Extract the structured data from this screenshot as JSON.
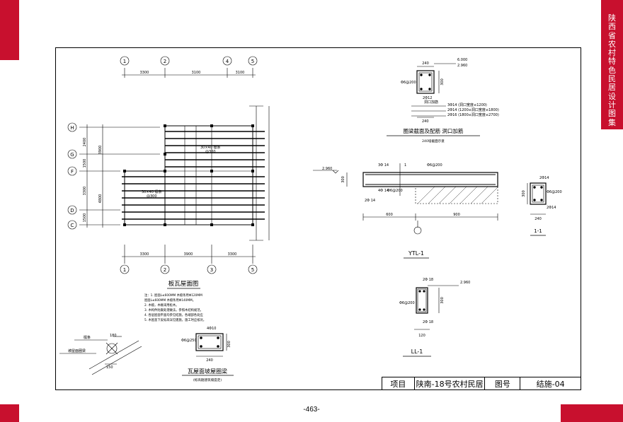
{
  "side_title": "陕西省农村特色民居设计图集",
  "page_number": "-463-",
  "plan": {
    "grid_top": [
      "1",
      "2",
      "4",
      "5"
    ],
    "grid_bottom": [
      "1",
      "2",
      "3",
      "5"
    ],
    "grid_left": [
      "H",
      "G",
      "F",
      "D",
      "C"
    ],
    "dims_top": [
      "3300",
      "3100",
      "3100"
    ],
    "dims_bottom": [
      "3300",
      "3900",
      "3300"
    ],
    "dims_left_outer": [
      "2400",
      "1500",
      "3300",
      "1500"
    ],
    "dims_left_inner": [
      "3900",
      "4800"
    ],
    "tag_1_line1": "30×40 檩条",
    "tag_1_line2": "@300",
    "tag_2_line1": "30×40 檩条",
    "tag_2_line2": "@300",
    "title": "板瓦屋面图"
  },
  "notes": [
    "注：1. 屋面L≤600MM  木檩条用Φ120MM",
    "    屋面L≤600MM  木檩条用Φ140MM。",
    "2. 木檩，木椽采用松木。",
    "3. 木构件防腐处理做法，参照木结构规范。",
    "4. 各层屋面平面均参见结施，各端部各处应",
    "5. 木屋盖下皮标高详见建施，施工时应核对。"
  ],
  "detail_purlin": {
    "label_purlin": "檩条",
    "label_beam": "坡屋面圈梁",
    "dim_a": "180",
    "dim_b": "150"
  },
  "detail_slope_beam": {
    "top_rebar": "4Φ10",
    "stirrup": "Φ6@250",
    "width": "240",
    "height": "300",
    "title": "瓦屋面坡屋圈梁",
    "subtitle": "(标高随建筑坡度走)"
  },
  "detail_ring_beam": {
    "elev_top": "6.000",
    "elev_sub": "2.960",
    "top_dim": "240",
    "stirrup": "Φ6@200",
    "height": "300",
    "bottom_label": "2Φ12",
    "bottom_note": "洞口加筋",
    "width": "240",
    "rebar_1": "3Φ14  (洞口宽度≤1200)",
    "rebar_2": "2Φ14  (1200≤洞口宽度≤1800)",
    "rebar_3": "2Φ16  (1800≤洞口宽度≤2700)",
    "title": "圈梁截面及配筋  洞口加筋",
    "subtitle": "240墙截面示意"
  },
  "detail_ytl": {
    "elev": "2.960",
    "label_top1": "3Φ 14",
    "label_top2": "Φ6@200",
    "label_left1": "4Φ 14",
    "label_left2": "Φ6@200",
    "label_bottom": "2Φ 14",
    "height": "300",
    "span_left": "600",
    "span_right": "900",
    "section_mark": "1",
    "title": "YTL-1"
  },
  "detail_section_11": {
    "top": "2Φ14",
    "stirrup": "Φ6@200",
    "bottom": "2Φ14",
    "height": "300",
    "width": "240",
    "title": "1-1"
  },
  "detail_ll": {
    "top": "2Φ 18",
    "elev": "2.960",
    "stirrup": "Φ6@200",
    "height": "300",
    "bottom": "2Φ 18",
    "width": "120",
    "title": "LL-1"
  },
  "titleblock": {
    "project_label": "项目",
    "project_value": "陕南-18号农村民居",
    "drawing_label": "图号",
    "drawing_value": "结施-04"
  }
}
